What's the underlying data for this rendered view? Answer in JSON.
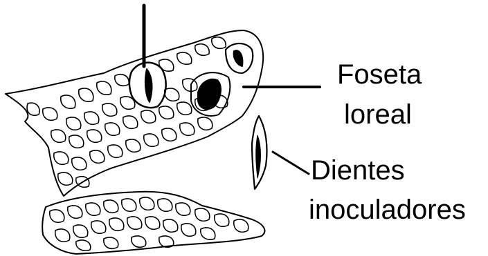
{
  "labels": {
    "foseta_line1": "Foseta",
    "foseta_line2": "loreal",
    "dientes_line1": "Dientes",
    "dientes_line2": "inoculadores"
  },
  "colors": {
    "ink": "#000000",
    "background": "#ffffff"
  }
}
